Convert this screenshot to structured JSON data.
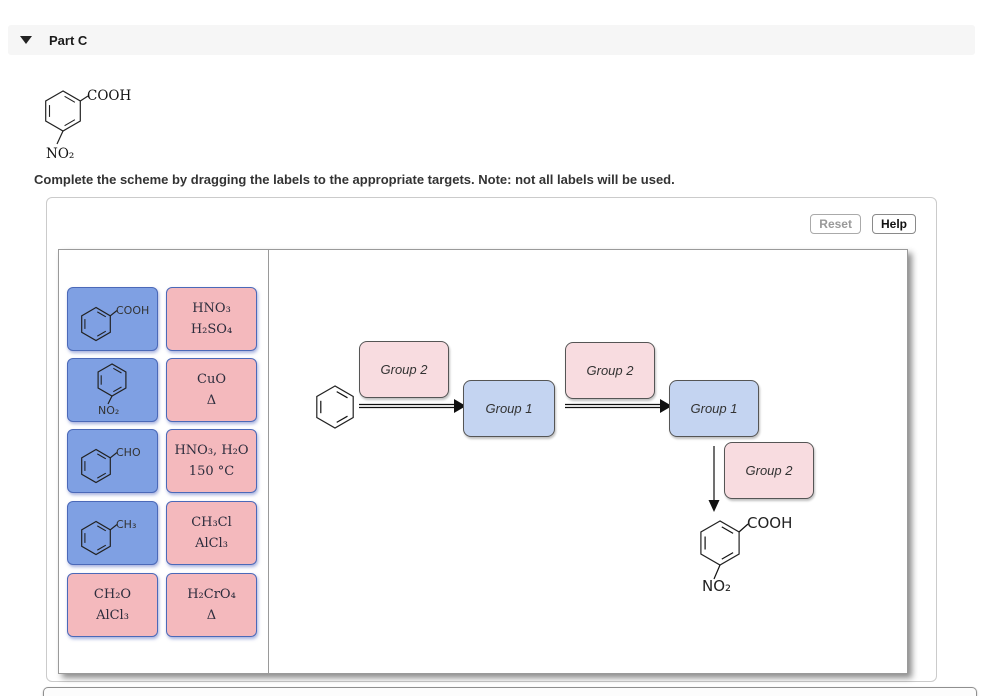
{
  "header": {
    "collapse_icon": "",
    "title": "Part C"
  },
  "question_structure": {
    "top_substituent": "COOH",
    "bottom_substituent": "NO₂"
  },
  "instruction": "Complete the scheme by dragging the labels to the appropriate targets. Note: not all labels will be used.",
  "toolbar": {
    "reset": "Reset",
    "help": "Help"
  },
  "palette": {
    "structures": [
      {
        "name": "benzoic-acid",
        "substituent": "COOH"
      },
      {
        "name": "nitrobenzene",
        "substituent": "NO₂"
      },
      {
        "name": "benzaldehyde",
        "substituent": "CHO"
      },
      {
        "name": "toluene",
        "substituent": "CH₃"
      }
    ],
    "reagents": [
      {
        "line1": "HNO₃",
        "line2": "H₂SO₄"
      },
      {
        "line1": "CuO",
        "line2": "Δ"
      },
      {
        "line1": "HNO₃, H₂O",
        "line2": "150 °C"
      },
      {
        "line1": "CH₃Cl",
        "line2": "AlCl₃"
      },
      {
        "line1": "CH₂O",
        "line2": "AlCl₃"
      },
      {
        "line1": "H₂CrO₄",
        "line2": "Δ"
      }
    ]
  },
  "scheme": {
    "targets": {
      "step1": "Group 2",
      "intermediate1": "Group 1",
      "step2": "Group 2",
      "intermediate2": "Group 1",
      "step3": "Group 2"
    },
    "final_product": {
      "top_substituent": "COOH",
      "bottom_substituent": "NO₂"
    }
  },
  "colors": {
    "palette_blue": "#7fa0e3",
    "palette_pink": "#f4b9bd",
    "palette_border": "#4b69b8",
    "target_pink": "#f8dce0",
    "target_blue": "#c4d4f1",
    "target_border": "#555555"
  }
}
